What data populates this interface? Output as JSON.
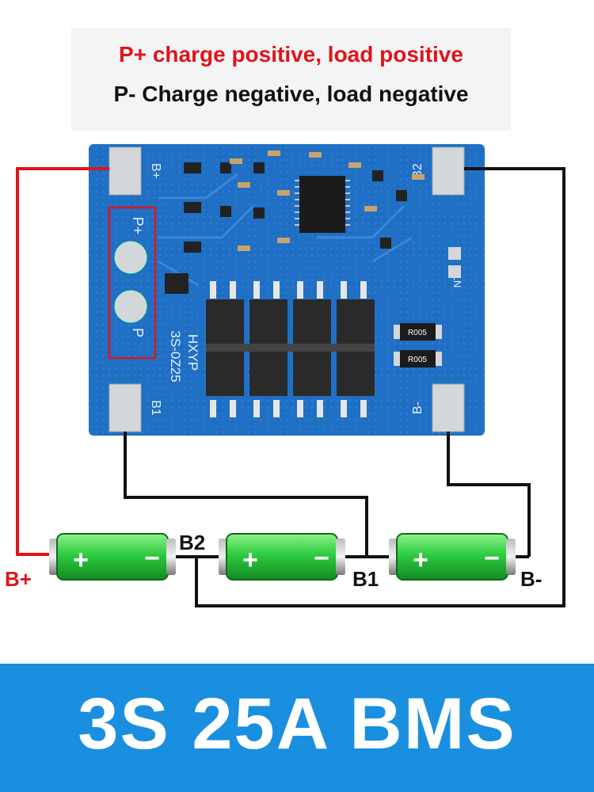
{
  "header": {
    "line1": "P+ charge positive, load positive",
    "line2": "P- Charge negative, load negative"
  },
  "board": {
    "model_line1": "HXYP",
    "model_line2": "3S-0Z25",
    "pads": {
      "b_plus": "B+",
      "b2": "B2",
      "b1": "B1",
      "b_minus": "B-",
      "p_plus": "P+",
      "p": "P",
      "ntc": "NTC"
    },
    "resistors": [
      "R005",
      "R005"
    ]
  },
  "wiring": {
    "labels": {
      "b_plus": "B+",
      "b2": "B2",
      "b1": "B1",
      "b_minus": "B-"
    },
    "battery_signs": {
      "plus": "+",
      "minus": "−"
    }
  },
  "colors": {
    "red_wire": "#e0141b",
    "black_wire": "#111111",
    "pcb": "#1f6fc4",
    "banner": "#1a8fe0",
    "battery": "#2ecc40"
  },
  "banner": {
    "title": "3S 25A BMS"
  }
}
